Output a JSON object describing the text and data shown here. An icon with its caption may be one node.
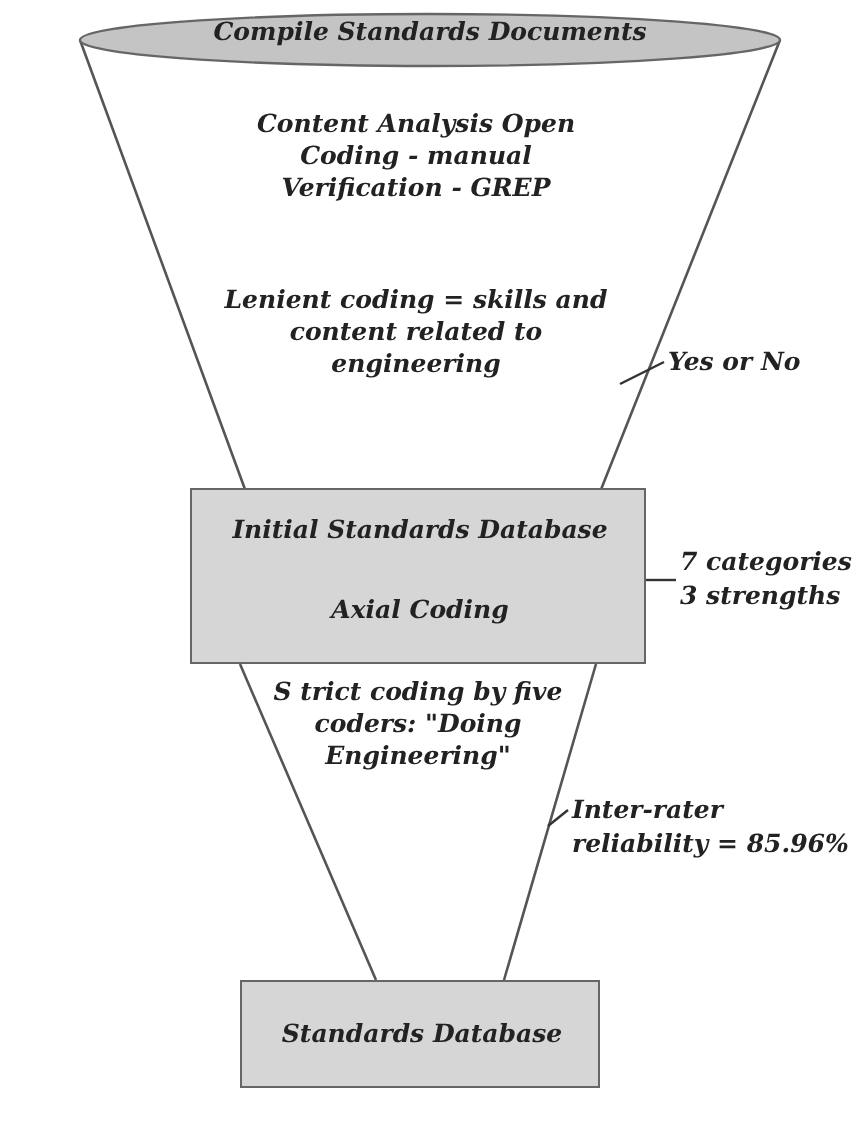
{
  "diagram": {
    "nodes": [
      {
        "text": [
          "Compile Standards Documents",
          "Content Analysis Open Coding - manual Verification - GREP",
          "Lenient coding = skills and content related to engineering"
        ]
      },
      {
        "text": [
          "Yes or No"
        ]
      },
      {
        "text": [
          "Initial Standards Database",
          "Axial Coding"
        ]
      },
      {
        "text": [
          "7 categories 3 strengths"
        ]
      },
      {
        "text": [
          "S trict coding by five coders: \"Doing Engineering\""
        ]
      },
      {
        "text": [
          "Inter-rater reliability = 85.96%"
        ]
      },
      {
        "text": [
          "Standards Database"
        ]
      }
    ],
    "edges": [
      {
        "from": 0,
        "to": 1,
        "arrow": "none"
      },
      {
        "from": 2,
        "to": 3,
        "arrow": "none"
      },
      {
        "from": 4,
        "to": 5,
        "arrow": "none"
      }
    ]
  }
}
